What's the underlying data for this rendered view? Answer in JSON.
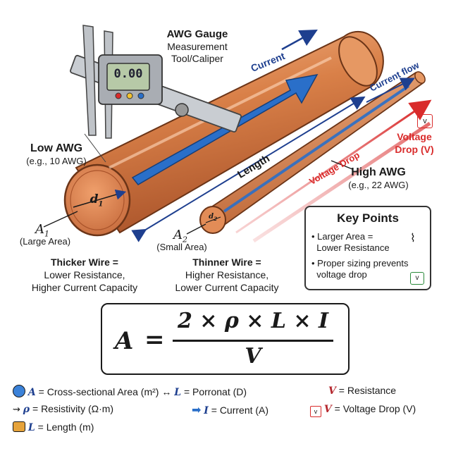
{
  "labels": {
    "tool_title": "AWG Gauge",
    "tool_sub1": "Measurement",
    "tool_sub2": "Tool/Caliper",
    "caliper_display": "0.00",
    "current_top": "Current",
    "current_flow": "Current flow",
    "voltage_drop_right_1": "Voltage",
    "voltage_drop_right_2": "Drop (V)",
    "voltage_drop_diag": "Voltage Drop",
    "length": "Length",
    "low_awg": "Low AWG",
    "low_awg_example": "(e.g., 10 AWG)",
    "high_awg": "High AWG",
    "high_awg_example": "(e.g., 22 AWG)",
    "d1": "d",
    "d1_sub": "1",
    "d2": "d",
    "d2_sub": "2",
    "a1": "A",
    "a1_sub": "1",
    "a1_desc": "(Large Area)",
    "a2": "A",
    "a2_sub": "2",
    "a2_desc": "(Small Area)",
    "thicker_title": "Thicker Wire =",
    "thicker_line2": "Lower Resistance,",
    "thicker_line3": "Higher Current Capacity",
    "thinner_title": "Thinner Wire =",
    "thinner_line2": "Higher Resistance,",
    "thinner_line3": "Lower Current Capacity"
  },
  "key_points": {
    "title": "Key Points",
    "items": [
      {
        "line1": "Larger Area =",
        "line2": "Lower Resistance"
      },
      {
        "line1": "Proper sizing prevents",
        "line2": "voltage drop"
      }
    ]
  },
  "formula": {
    "lhs": "A",
    "equals": "=",
    "numerator": "2 × ρ × L × I",
    "denominator": "V"
  },
  "legend": [
    {
      "icon": "area-circle-icon",
      "symbol": "A",
      "text": "= Cross-sectional Area (m²) ↔"
    },
    {
      "icon": "",
      "symbol": "L",
      "text": "= Porronat (D)"
    },
    {
      "icon": "",
      "symbol": "V",
      "text": "= Resistance"
    },
    {
      "icon": "resistor-icon",
      "symbol": "ρ",
      "text": "= Resistivity (Ω·m)"
    },
    {
      "icon": "blue-arrow-icon",
      "symbol": "I",
      "text": "= Current (A)"
    },
    {
      "icon": "voltmeter-icon",
      "symbol": "V",
      "text": "= Voltage Drop (V)"
    },
    {
      "icon": "tape-measure-icon",
      "symbol": "L",
      "text": "= Length (m)"
    }
  ],
  "colors": {
    "copper_light": "#f2a877",
    "copper_mid": "#d97a45",
    "copper_dark": "#a9532a",
    "current_blue": "#2a6fc9",
    "voltage_red": "#d92b2b",
    "dark_navy": "#1e3f8f"
  }
}
